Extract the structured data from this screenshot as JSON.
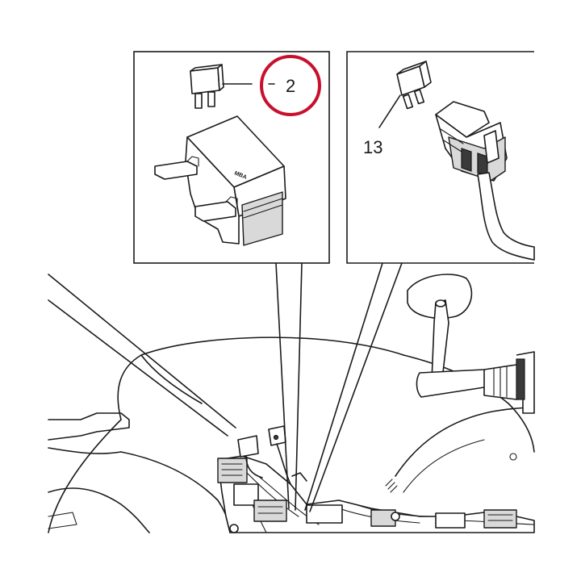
{
  "callouts": [
    {
      "label": "2",
      "highlighted": true
    },
    {
      "label": "13",
      "highlighted": false
    }
  ],
  "relay_marking": "MBA",
  "colors": {
    "line": "#1a1a1a",
    "highlight_circle": "#c8102e",
    "background": "#ffffff",
    "shade": "#d9d9d9"
  }
}
